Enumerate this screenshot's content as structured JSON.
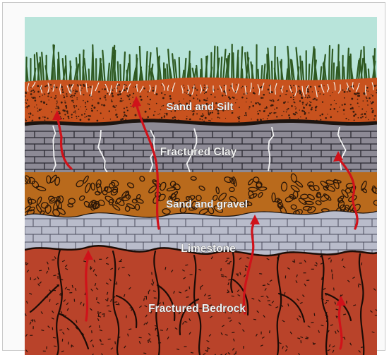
{
  "layers": [
    {
      "id": "sand-silt",
      "label": "Sand and Silt",
      "color": "#c8521e"
    },
    {
      "id": "clay",
      "label": "Fractured Clay",
      "color": "#8d8a95"
    },
    {
      "id": "sand-gravel",
      "label": "Sand and gravel",
      "color": "#b96a1c"
    },
    {
      "id": "limestone",
      "label": "Limestone",
      "color": "#b9bccb"
    },
    {
      "id": "bedrock",
      "label": "Fractured Bedrock",
      "color": "#b9432a"
    }
  ],
  "colors": {
    "sky": "#b8e4da",
    "grass": "#2f5a22",
    "arrow": "#d0121a"
  }
}
